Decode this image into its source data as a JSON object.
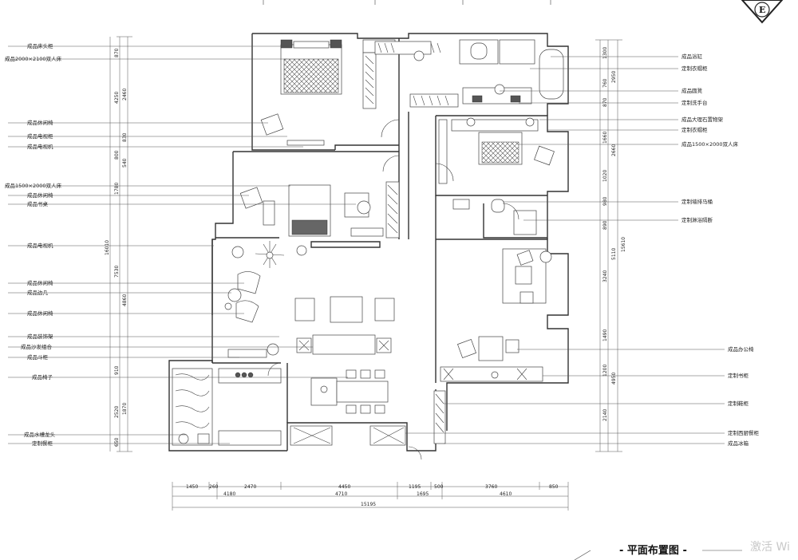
{
  "title": "- 平面布置图 -",
  "logo_letter": "E",
  "watermark": "激活 Wi",
  "left_labels": [
    "成品床头柜",
    "成品2000×2100双人床",
    "成品休闲椅",
    "成品电视柜",
    "成品电视机",
    "成品1500×2000双人床",
    "成品休闲椅",
    "成品书桌",
    "成品电视机",
    "成品休闲椅",
    "成品边几",
    "成品休闲椅",
    "成品装饰架",
    "成品沙发组合",
    "成品斗柜",
    "成品椅子",
    "成品水槽龙头",
    "定制餐柜"
  ],
  "right_labels": [
    "成品浴缸",
    "定制衣帽柜",
    "成品圆凳",
    "定制洗手台",
    "成品大理石置物架",
    "定制衣帽柜",
    "成品1500×2000双人床",
    "定制墙排马桶",
    "定制淋浴隔断",
    "成品办公椅",
    "定制书柜",
    "定制鞋柜",
    "定制西厨餐柜",
    "成品冰箱"
  ],
  "left_dims_outer": [
    "870",
    "4250",
    "800",
    "1780",
    "7530",
    "910",
    "2520",
    "650"
  ],
  "left_dims_inner": [
    "2460",
    "830",
    "540",
    "4860",
    "1870"
  ],
  "right_dims_inner": [
    "1300",
    "760",
    "870",
    "1660",
    "1020",
    "980",
    "890",
    "3240",
    "1490",
    "1200",
    "2140"
  ],
  "right_dims_outer": [
    "2950",
    "2660",
    "5110",
    "4950",
    "15610"
  ],
  "left_total": "16010",
  "bottom_dims_row1": [
    "1450",
    "260",
    "2470",
    "4450",
    "1195",
    "500",
    "3760",
    "850"
  ],
  "bottom_dims_row2": [
    "4180",
    "4710",
    "1695",
    "4610"
  ],
  "bottom_total": "15195"
}
